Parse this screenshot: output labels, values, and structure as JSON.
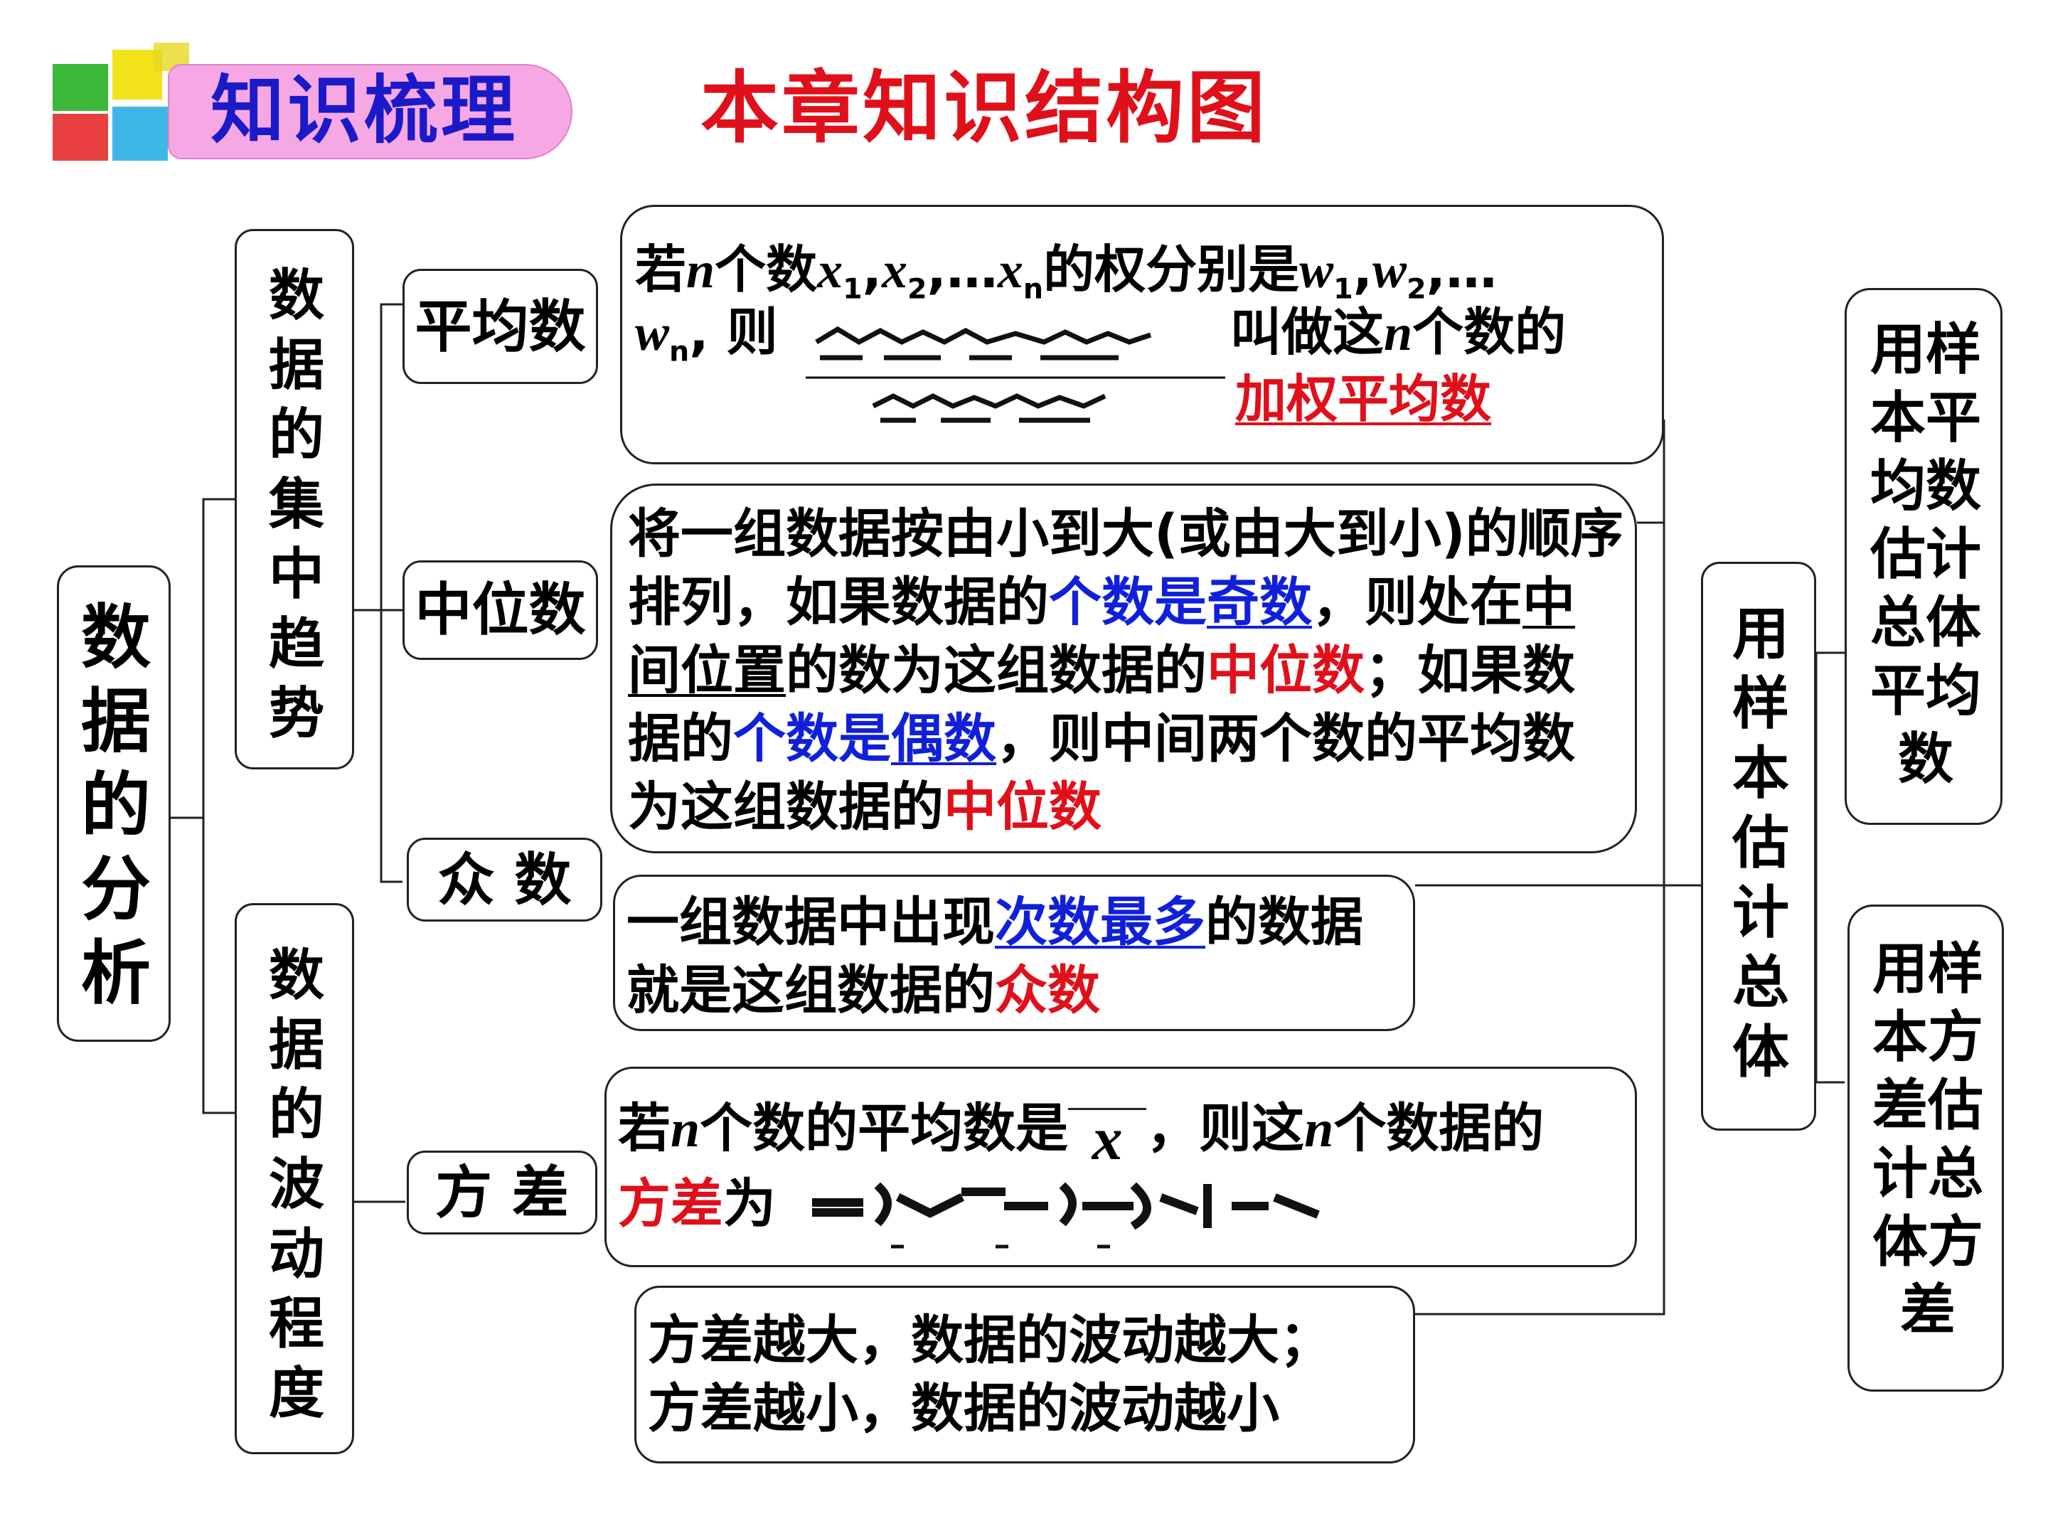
{
  "badge": {
    "label": "知识梳理"
  },
  "title": "本章知识结构图",
  "root": {
    "label": "数据的分析"
  },
  "branches": {
    "central": {
      "label": "数据的集中趋势"
    },
    "fluctuation": {
      "label": "数据的波动程度"
    }
  },
  "nodes": {
    "mean": {
      "label": "平均数"
    },
    "median": {
      "label": "中位数"
    },
    "mode": {
      "label": "众 数"
    },
    "variance": {
      "label": "方 差"
    }
  },
  "mean_def": {
    "pre": "若",
    "n": "n",
    "mid1": "个数",
    "x1": "x",
    "s1": "1",
    "comma1": ",",
    "x2": "x",
    "s2": "2",
    "dots1": ",…",
    "xn": "x",
    "sn": "n",
    "mid2": "的权分别是",
    "w1": "w",
    "ws1": "1",
    "comma2": ",",
    "w2": "w",
    "ws2": "2",
    "dots2": ",…",
    "wn": "w",
    "wsn": "n",
    "then": ", 则",
    "tail": "叫做这",
    "n2": "n",
    "tail2": "个数的",
    "term": "加权平均数"
  },
  "median_def": {
    "p1": "将一组数据按由小到大(或由大到小)的顺序排列，如果数据的",
    "k1": "个数是",
    "k2": "奇数",
    "p2": "，则处在",
    "k3": "中间位置",
    "p3": "的数为这组数据的",
    "k4": "中位数",
    "p4": "；如果数据的",
    "k5": "个数是",
    "k6": "偶数",
    "p5": "，则中间两个数的平均数为这组数据的",
    "k7": "中位数"
  },
  "mode_def": {
    "p1": "一组数据中出现",
    "k1": "次数最多",
    "p2": "的数据就是这组数据的",
    "k2": "众数"
  },
  "variance_def": {
    "p1": "若",
    "n": "n",
    "p2": "个数的平均数是",
    "xbar": "x",
    "p3": "，则这",
    "n2": "n",
    "p4": "个数据的",
    "k1": "方差",
    "p5": "为"
  },
  "variance_note": {
    "line1": "方差越大，数据的波动越大；",
    "line2": "方差越小，数据的波动越小"
  },
  "estimate": {
    "label": "用样本估计总体"
  },
  "estimate_items": [
    {
      "label": "用样本平均数估计总体平均数"
    },
    {
      "label": "用样本方差估计总体方差"
    }
  ],
  "colors": {
    "red": "#e0101a",
    "blue": "#1020d8",
    "badge_pink": "#f6a8e4",
    "badge_text": "#1a1ac8"
  }
}
